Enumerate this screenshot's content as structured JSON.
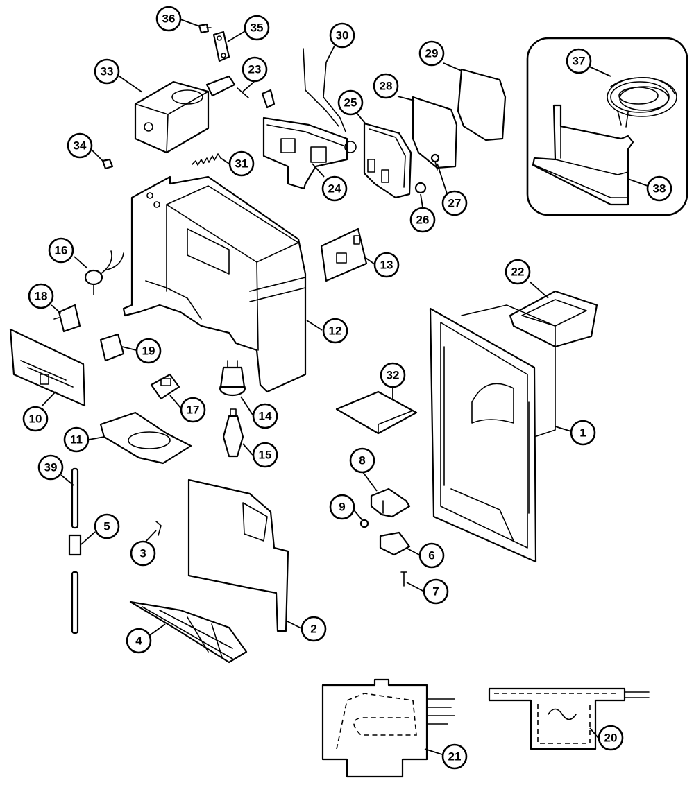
{
  "diagram": {
    "callouts": [
      {
        "id": "c1",
        "label": "1"
      },
      {
        "id": "c2",
        "label": "2"
      },
      {
        "id": "c3",
        "label": "3"
      },
      {
        "id": "c4",
        "label": "4"
      },
      {
        "id": "c5",
        "label": "5"
      },
      {
        "id": "c6",
        "label": "6"
      },
      {
        "id": "c7",
        "label": "7"
      },
      {
        "id": "c8",
        "label": "8"
      },
      {
        "id": "c9",
        "label": "9"
      },
      {
        "id": "c10",
        "label": "10"
      },
      {
        "id": "c11",
        "label": "11"
      },
      {
        "id": "c12",
        "label": "12"
      },
      {
        "id": "c13",
        "label": "13"
      },
      {
        "id": "c14",
        "label": "14"
      },
      {
        "id": "c15",
        "label": "15"
      },
      {
        "id": "c16",
        "label": "16"
      },
      {
        "id": "c17",
        "label": "17"
      },
      {
        "id": "c18",
        "label": "18"
      },
      {
        "id": "c19",
        "label": "19"
      },
      {
        "id": "c20",
        "label": "20"
      },
      {
        "id": "c21",
        "label": "21"
      },
      {
        "id": "c22",
        "label": "22"
      },
      {
        "id": "c23",
        "label": "23"
      },
      {
        "id": "c24",
        "label": "24"
      },
      {
        "id": "c25",
        "label": "25"
      },
      {
        "id": "c26",
        "label": "26"
      },
      {
        "id": "c27",
        "label": "27"
      },
      {
        "id": "c28",
        "label": "28"
      },
      {
        "id": "c29",
        "label": "29"
      },
      {
        "id": "c30",
        "label": "30"
      },
      {
        "id": "c31",
        "label": "31"
      },
      {
        "id": "c32",
        "label": "32"
      },
      {
        "id": "c33",
        "label": "33"
      },
      {
        "id": "c34",
        "label": "34"
      },
      {
        "id": "c35",
        "label": "35"
      },
      {
        "id": "c36",
        "label": "36"
      },
      {
        "id": "c37",
        "label": "37"
      },
      {
        "id": "c38",
        "label": "38"
      },
      {
        "id": "c39",
        "label": "39"
      }
    ]
  }
}
